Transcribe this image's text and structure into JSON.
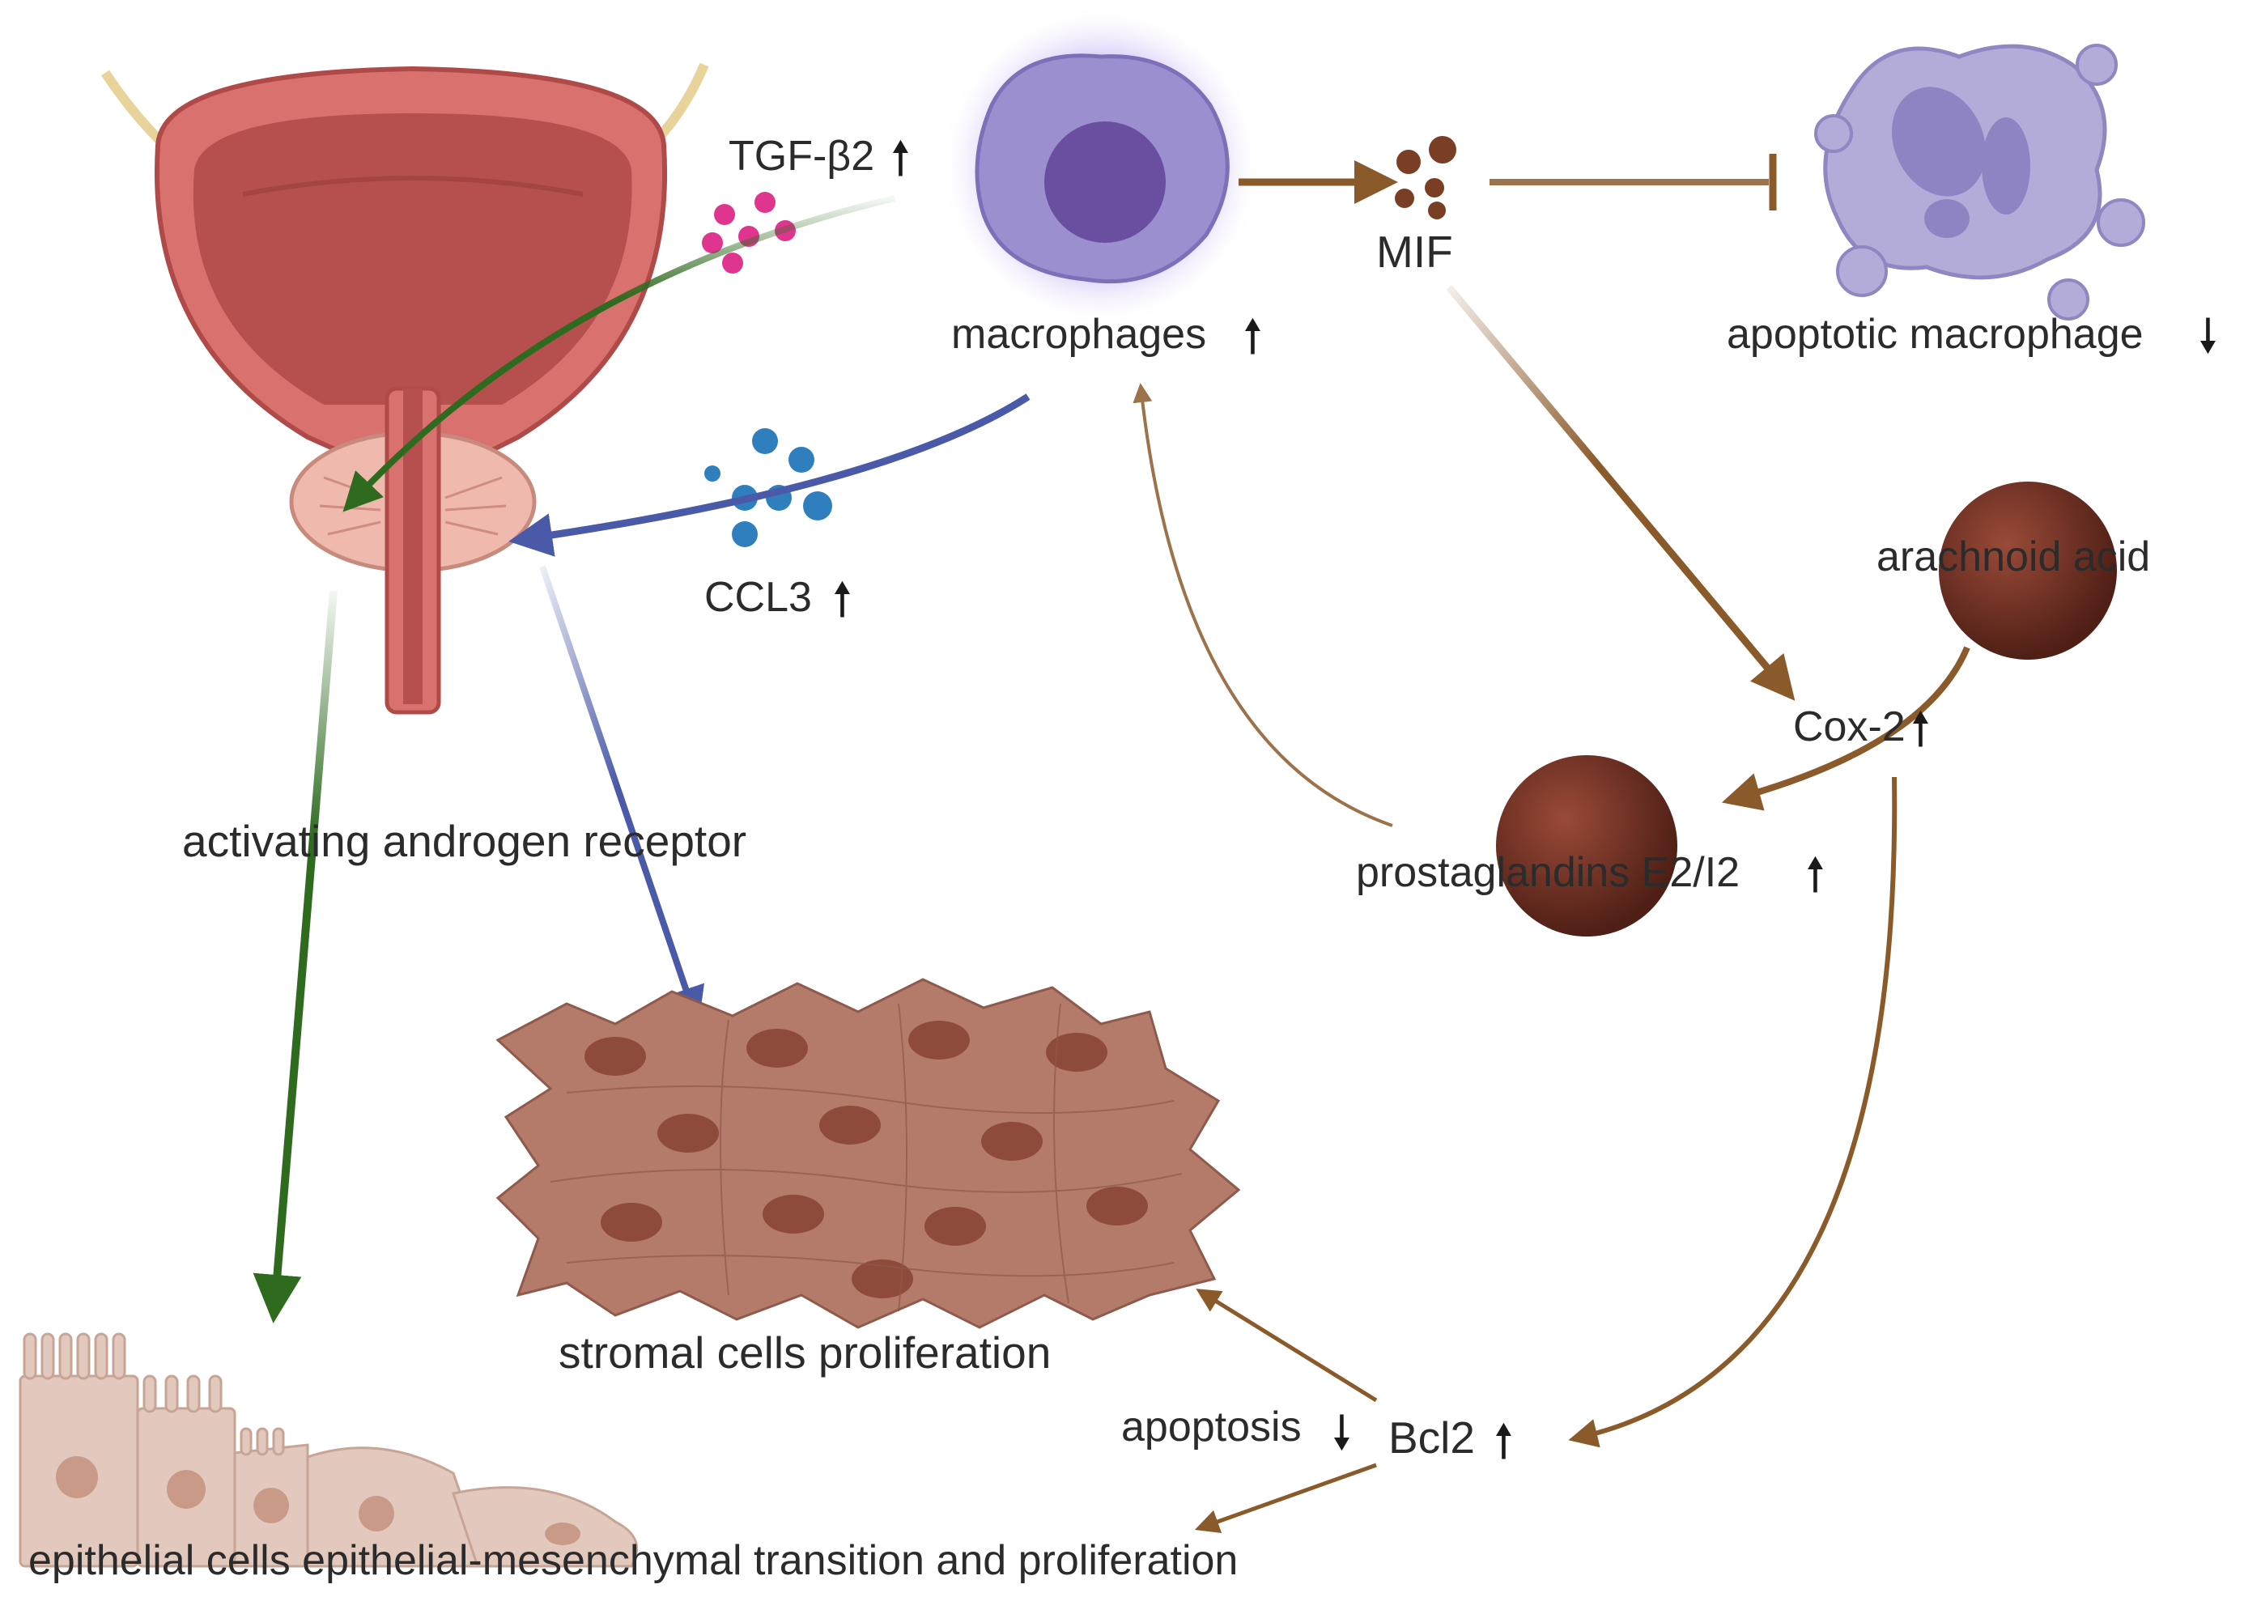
{
  "labels": {
    "tgf": "TGF-β2",
    "macrophages": "macrophages",
    "mif": "MIF",
    "apoptotic_macrophage": "apoptotic macrophage",
    "ccl3": "CCL3",
    "arachnoid_acid": "arachnoid acid",
    "cox2": "Cox-2",
    "prostaglandins": "prostaglandins E2/I2",
    "activating_ar": "activating androgen receptor",
    "stromal": "stromal cells proliferation",
    "apoptosis": "apoptosis",
    "bcl2": "Bcl2",
    "epithelial": "epithelial cells epithelial-mesenchymal transition and proliferation"
  },
  "arrows": {
    "up": "🠕",
    "down": "🠗"
  },
  "colors": {
    "green_arrow": "#2e6b1f",
    "blue_arrow": "#4a5aa8",
    "brown_arrow": "#8b5a2b",
    "bladder": "#d9716e",
    "bladder_inner": "#b5504f",
    "macrophage": "#9b8fd0",
    "macrophage_nucleus": "#6a4fa0",
    "tgf_dots": "#e0358f",
    "ccl3_dots": "#2f7fbe",
    "mif_dots": "#7a3e24",
    "ball": "#6e2e22",
    "stromal": "#b57b6a",
    "epithelial": "#e3c9bd"
  },
  "icons": [
    "bladder-prostate-illustration",
    "macrophage-cell",
    "apoptotic-macrophage-cell",
    "stromal-cell-network",
    "epithelial-cell-row"
  ]
}
